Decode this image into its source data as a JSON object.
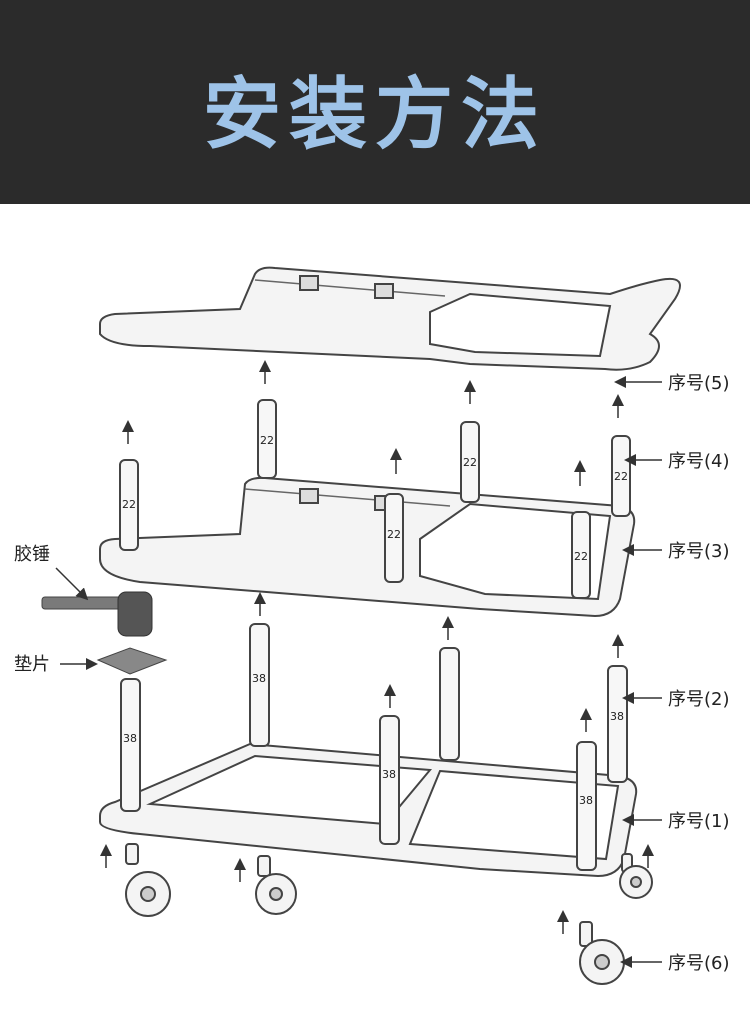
{
  "title": "安装方法",
  "colors": {
    "header_bg": "#2b2b2b",
    "title": "#9ec3e8"
  },
  "labels": {
    "step5": "序号(5)",
    "step4": "序号(4)",
    "step3": "序号(3)",
    "step2": "序号(2)",
    "step1": "序号(1)",
    "step6": "序号(6)",
    "mallet": "胶锤",
    "pad": "垫片"
  },
  "pillar_top": "22",
  "pillar_bottom": "38"
}
